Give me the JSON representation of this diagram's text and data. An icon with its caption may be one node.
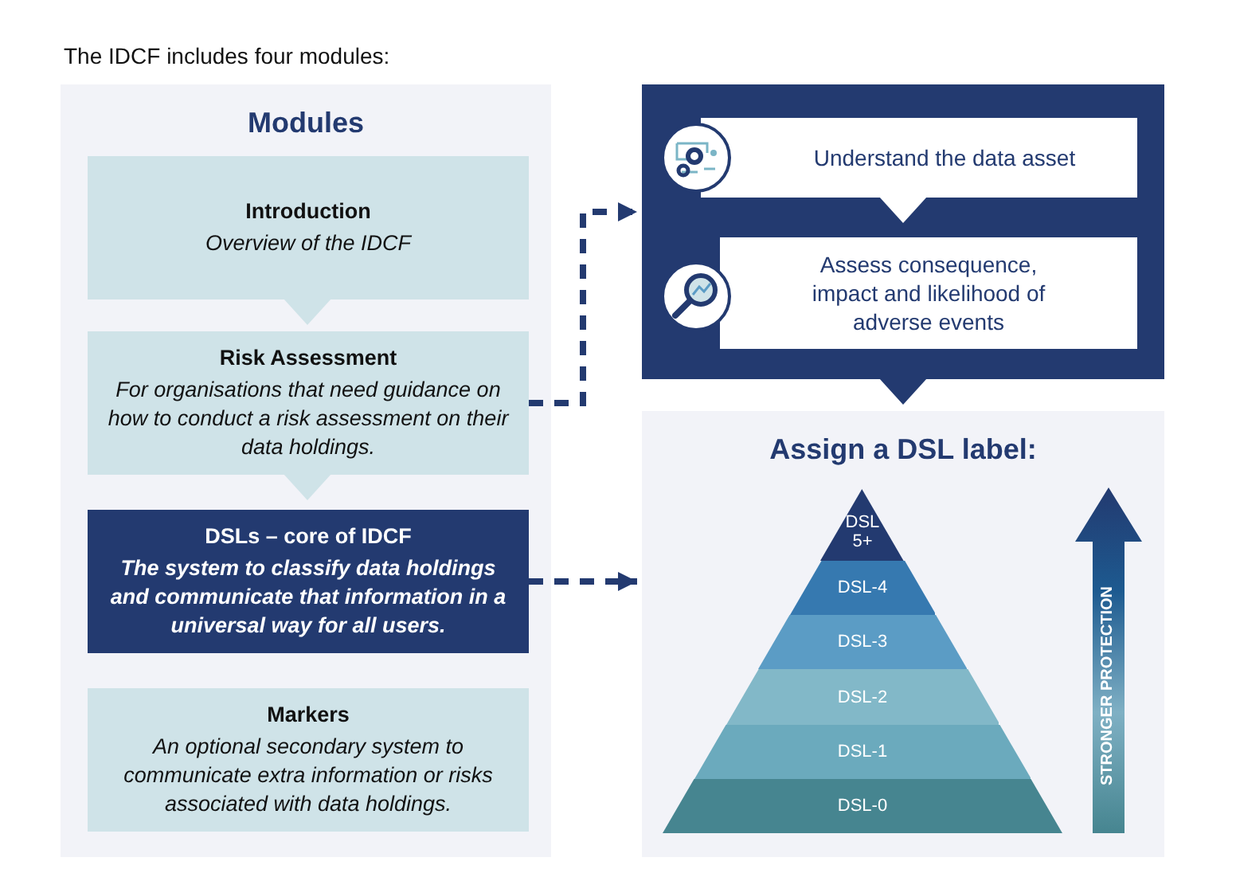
{
  "diagram": {
    "title": "The IDCF includes four modules:",
    "nodes": [
      {
        "text": [
          "Modules"
        ]
      },
      {
        "text": [
          "Introduction",
          "Overview of the IDCF"
        ],
        "in": 0
      },
      {
        "text": [
          "Risk Assessment",
          "For organisations that need guidance on how to conduct a risk assessment on their data holdings."
        ],
        "in": 0
      },
      {
        "text": [
          "DSLs – core of IDCF",
          "The system to classify data holdings and communicate that information in a universal way for all users."
        ],
        "in": 0
      },
      {
        "text": [
          "Markers",
          "An optional secondary system to communicate extra information or risks associated with data holdings."
        ],
        "in": 0
      },
      {
        "text": [],
        "shape": "box"
      },
      {
        "text": [
          "Understand the data asset"
        ],
        "in": 5
      },
      {
        "text": [
          "Assess consequence, impact and likelihood of adverse events"
        ],
        "in": 5
      },
      {
        "text": [
          "Assign a DSL label:"
        ]
      },
      {
        "text": [
          "DSL 5+"
        ],
        "in": 8
      },
      {
        "text": [
          "DSL-4"
        ],
        "in": 8
      },
      {
        "text": [
          "DSL-3"
        ],
        "in": 8
      },
      {
        "text": [
          "DSL-2"
        ],
        "in": 8
      },
      {
        "text": [
          "DSL-1"
        ],
        "in": 8
      },
      {
        "text": [
          "DSL-0"
        ],
        "in": 8
      }
    ],
    "edges": [
      {
        "from": 1,
        "to": 2,
        "arrow": "to"
      },
      {
        "from": 2,
        "to": 3,
        "arrow": "to"
      },
      {
        "from": 2,
        "to": 5,
        "arrow": "to",
        "style": "dashed"
      },
      {
        "from": 3,
        "to": 8,
        "arrow": "to",
        "style": "dashed"
      },
      {
        "from": 6,
        "to": 7,
        "arrow": "to"
      },
      {
        "from": 5,
        "to": 8,
        "arrow": "to"
      }
    ],
    "labels": [
      "STRONGER PROTECTION"
    ]
  }
}
